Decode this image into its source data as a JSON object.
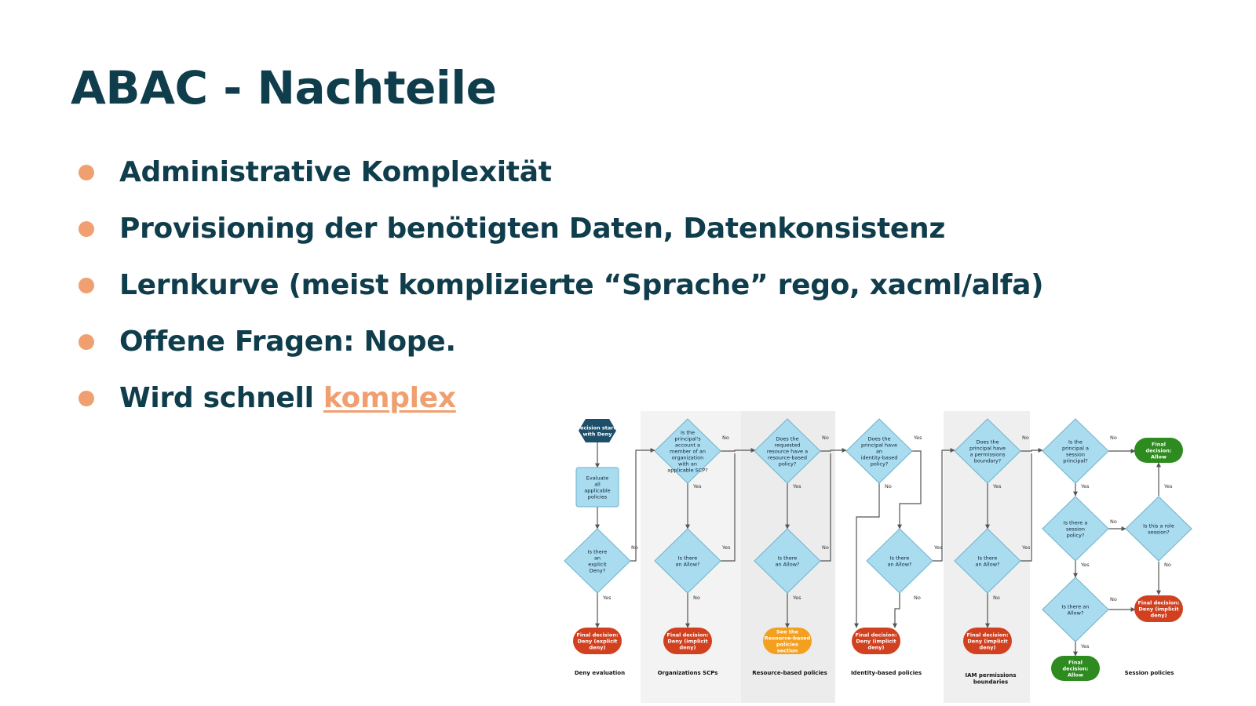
{
  "slide": {
    "title": "ABAC - Nachteile",
    "bullets": [
      "Administrative Komplexität",
      "Provisioning der benötigten Daten, Datenkonsistenz",
      "Lernkurve (meist komplizierte “Sprache” rego, xacml/alfa)",
      "Offene Fragen: Nope."
    ],
    "last_bullet_prefix": "Wird schnell ",
    "last_bullet_link": "komplex"
  },
  "colors": {
    "title": "#0f3d4c",
    "bullet_dot": "#f0a070",
    "link": "#f0a070",
    "diamond_fill": "#a9dcef",
    "start_hexagon": "#1d4f6b",
    "deny": "#d1401f",
    "allow": "#2e8b1f",
    "resource_orange": "#f3a020"
  },
  "flowchart": {
    "columns": [
      "Deny evaluation",
      "Organizations SCPs",
      "Resource-based policies",
      "Identity-based policies",
      "IAM permissions boundaries",
      "Session policies"
    ],
    "start": "Decision starts with Deny",
    "evaluate": "Evaluate all applicable policies",
    "q_explicit_deny": "Is there an explicit Deny?",
    "q_scp": "Is the principal's account a member of an organization with an applicable SCP?",
    "q_allow": "Is there an Allow?",
    "q_resource": "Does the requested resource have a resource-based policy?",
    "q_identity": "Does the principal have an identity-based policy?",
    "q_boundary": "Does the principal have a permissions boundary?",
    "q_session_principal": "Is the principal a session principal?",
    "q_session_policy": "Is there a session policy?",
    "q_role_session": "Is this a role session?",
    "final_explicit_deny": "Final decision: Deny (explicit deny)",
    "final_implicit_deny": "Final decision: Deny (implicit deny)",
    "final_allow": "Final decision: Allow",
    "see_resource": "See the Resource-based policies section",
    "yes": "Yes",
    "no": "No"
  }
}
